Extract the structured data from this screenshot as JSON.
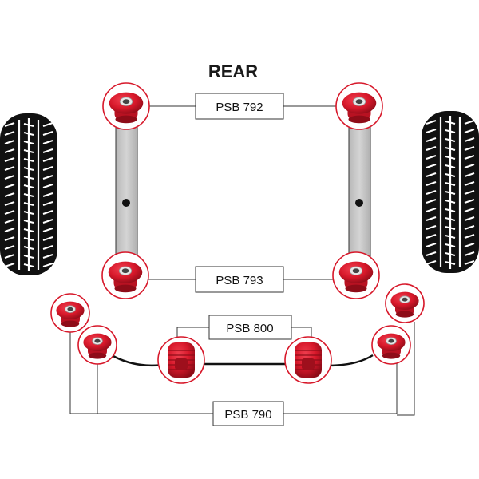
{
  "title": "REAR",
  "labels": {
    "psb792": "PSB 792",
    "psb793": "PSB 793",
    "psb800": "PSB 800",
    "psb790": "PSB 790"
  },
  "colors": {
    "bush_red": "#d7182a",
    "bush_dark": "#9e0f1c",
    "ring_red": "#d7182a",
    "tyre": "#111111",
    "arm_fill": "#c8c8c8",
    "line": "#333333"
  },
  "icons": {
    "tyre": "tyre-icon",
    "bush": "bush-icon",
    "stabilizer_bush": "stabilizer-bush-icon"
  }
}
